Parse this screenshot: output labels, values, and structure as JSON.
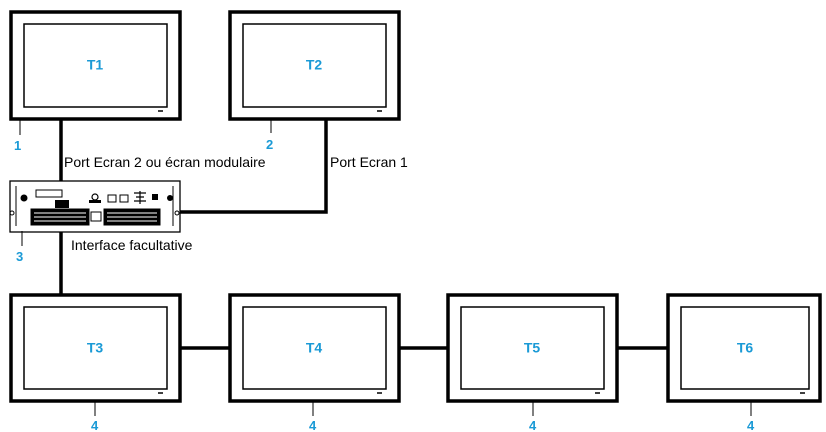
{
  "colors": {
    "accent": "#1a9ad6",
    "line": "#000000",
    "background": "#ffffff"
  },
  "terminals": [
    {
      "id": "t1",
      "label": "T1",
      "callout": "1"
    },
    {
      "id": "t2",
      "label": "T2",
      "callout": "2"
    },
    {
      "id": "t3",
      "label": "T3",
      "callout": "4"
    },
    {
      "id": "t4",
      "label": "T4",
      "callout": "4"
    },
    {
      "id": "t5",
      "label": "T5",
      "callout": "4"
    },
    {
      "id": "t6",
      "label": "T6",
      "callout": "4"
    }
  ],
  "box": {
    "callout": "3"
  },
  "labels": {
    "port2": "Port Ecran  2 ou écran modulaire",
    "port1": "Port Ecran  1",
    "optional": "Interface facultative"
  }
}
